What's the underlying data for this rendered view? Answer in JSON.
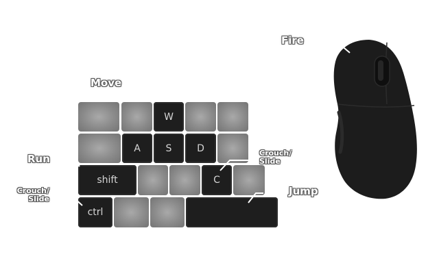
{
  "labels": {
    "move": "Move",
    "fire": "Fire",
    "run": "Run",
    "crouch_left": [
      "Crouch/",
      "Slide"
    ],
    "crouch_right": [
      "Crouch/",
      "Slide"
    ],
    "jump": "Jump"
  },
  "keys": {
    "w": "W",
    "a": "A",
    "s": "S",
    "d": "D",
    "shift": "shift",
    "c": "C",
    "ctrl": "ctrl",
    "space": ""
  },
  "colors": {
    "active_key": "#1e1e1e",
    "inactive_key": "#8a8a8a",
    "mouse": "#1c1c1c",
    "label_text": "#ffffff"
  }
}
